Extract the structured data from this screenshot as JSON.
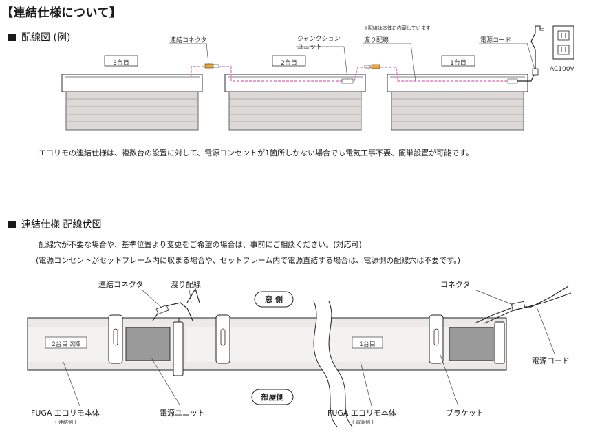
{
  "page": {
    "title": "【連結仕様について】",
    "section1_title": "配線図 (例)",
    "section2_title": "連結仕様 配線伏図",
    "description": "エコリモの連結仕様は、複数台の設置に対して、電源コンセントが1箇所しかない場合でも電気工事不要、簡単設置が可能です。",
    "note1": "配線穴が不要な場合や、基準位置より変更をご希望の場合は、事前にご相談ください。(対応可)",
    "note2": "(電源コンセントがセットフレーム内に収まる場合や、セットフレーム内で電源直結する場合は、電源側の配線穴は不要です。)"
  },
  "diagram1": {
    "unit_labels": [
      "3台目",
      "2台目",
      "1台目"
    ],
    "connector_label": "連結コネクタ",
    "junction_label_line1": "ジャンクション",
    "junction_label_line2": "ユニット",
    "crossing_wire_label": "渡り配線",
    "inner_wiring_note": "※配線は本体に内蔵しています",
    "power_cord_label": "電源コード",
    "voltage_label": "AC100V",
    "wire_color": "#e27fc0",
    "connector_color": "#f0a830"
  },
  "diagram2": {
    "connector_link_label": "連結コネクタ",
    "crossing_wire_label": "渡り配線",
    "window_side_label": "窓 側",
    "room_side_label": "部屋側",
    "connector_label": "コネクタ",
    "power_cord_label": "電源コード",
    "unit_left_label": "2台目以降",
    "unit_right_label": "1台目",
    "body_left_line1": "FUGA エコリモ本体",
    "body_left_line2": "( 連結側 )",
    "power_unit_label": "電源ユニット",
    "body_right_line1": "FUGA エコリモ本体",
    "body_right_line2": "( 電源側 )",
    "bracket_label": "ブラケット"
  }
}
